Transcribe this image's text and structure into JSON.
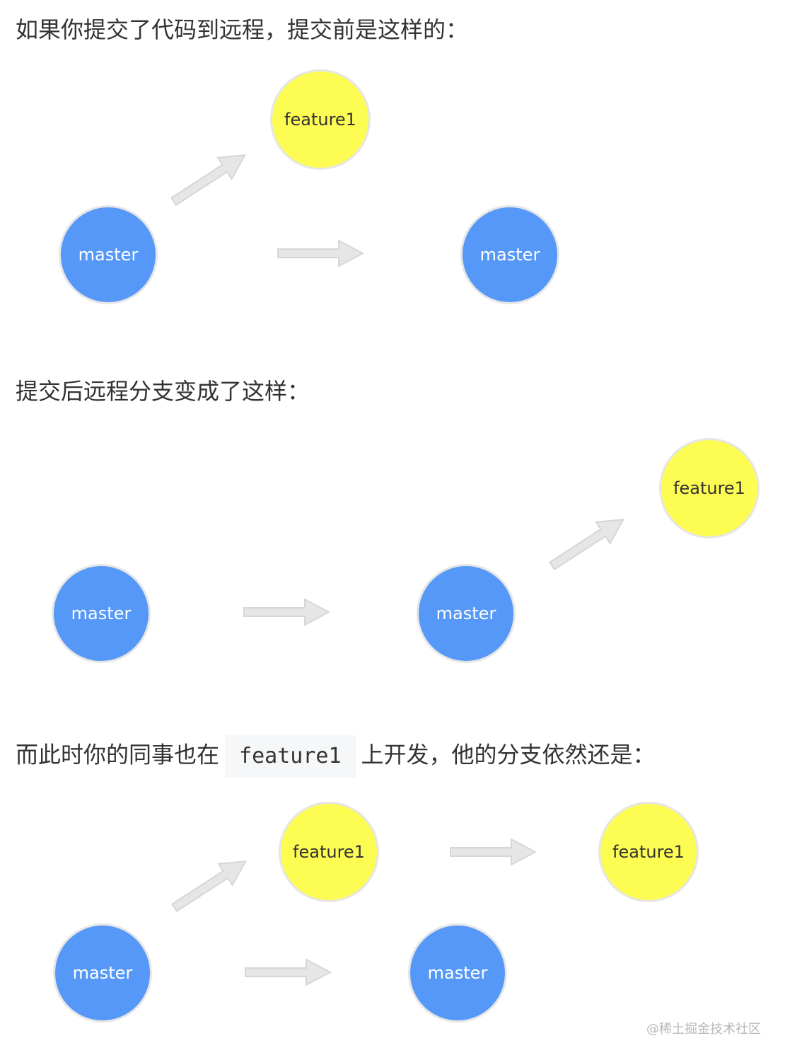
{
  "paragraphs": {
    "p1": "如果你提交了代码到远程，提交前是这样的：",
    "p2": "提交后远程分支变成了这样：",
    "p3_before": "而此时你的同事也在",
    "p3_code": "feature1",
    "p3_after": "上开发，他的分支依然还是："
  },
  "labels": {
    "master": "master",
    "feature": "feature1"
  },
  "colors": {
    "master_node": "#5598f8",
    "feature_node": "#fcfc52",
    "arrow": "#e6e6e6"
  },
  "watermark": "@稀土掘金技术社区"
}
